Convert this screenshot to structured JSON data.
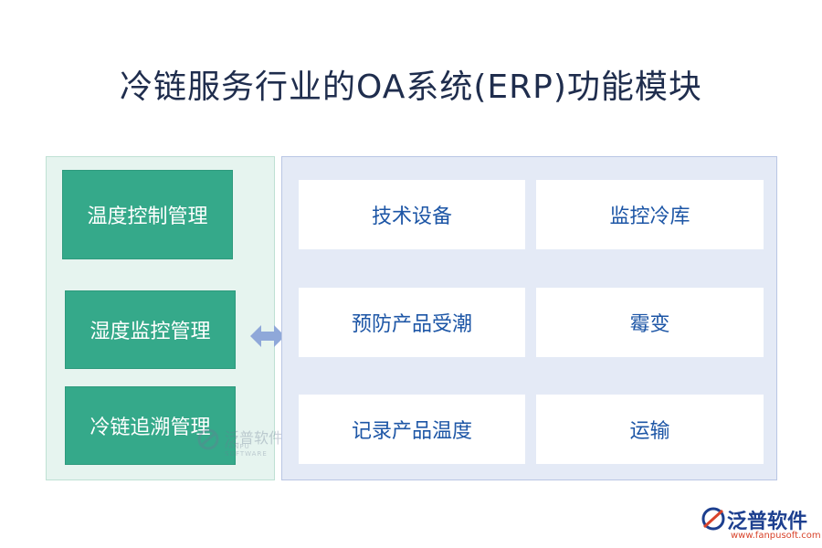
{
  "title": "冷链服务行业的OA系统(ERP)功能模块",
  "left_modules": [
    "温度控制管理",
    "湿度监控管理",
    "冷链追溯管理"
  ],
  "right_functions": [
    "技术设备",
    "监控冷库",
    "预防产品受潮",
    "霉变",
    "记录产品温度",
    "运输"
  ],
  "watermark": {
    "name": "泛普软件",
    "sub": "FANPU SOFTWARE"
  },
  "logo": {
    "name": "泛普软件",
    "url": "www.fanpusoft.com"
  },
  "colors": {
    "green": "#35a98a",
    "blue_text": "#1d56a6",
    "arrow": "#8fa8d9"
  }
}
